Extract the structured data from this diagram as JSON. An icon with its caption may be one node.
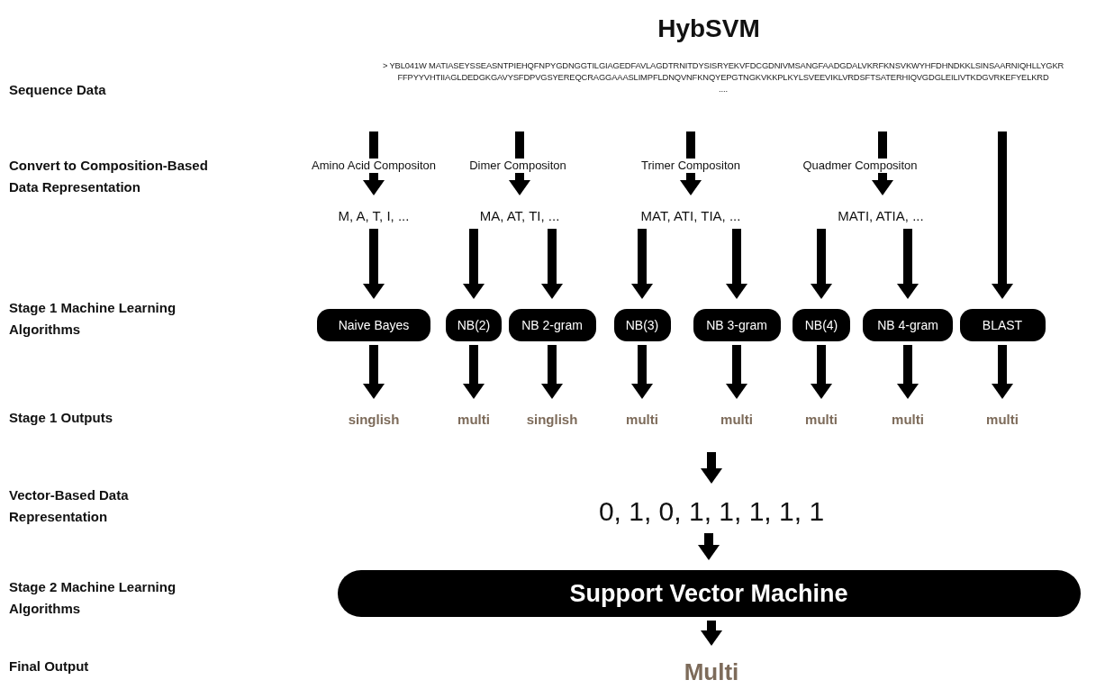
{
  "diagram": {
    "title": "HybSVM",
    "nodes": [
      {
        "text": [
          "> YBL041W MATIASEYSSEASNTPIEHQFNPYGDNGGTILGIAGEDFAVLAGDTRNITDYSISRYEKVFDCGDNIVMSANGFAADGDALVKRFKNSVKWYHFDHNDKKLSINSAARNIQHLLYGKR",
          "FFPYYVHTIIAGLDEDGKGAVYSFDPVGSYEREQCRAGGAAASLIMPFLDNQVNFKNQYEPGTNGKVKKPLKYLSVEEVIKLVRDSFTSATERHIQVGDGLEILIVTKDGVRKEFYELKRD",
          "...."
        ]
      },
      {
        "text": [
          "M, A, T, I, ..."
        ]
      },
      {
        "text": [
          "MA, AT, TI, ..."
        ]
      },
      {
        "text": [
          "MAT, ATI, TIA, ..."
        ]
      },
      {
        "text": [
          "MATI, ATIA, ..."
        ]
      },
      {
        "text": [
          "Naive Bayes"
        ]
      },
      {
        "text": [
          "NB(2)"
        ]
      },
      {
        "text": [
          "NB 2-gram"
        ]
      },
      {
        "text": [
          "NB(3)"
        ]
      },
      {
        "text": [
          "NB 3-gram"
        ]
      },
      {
        "text": [
          "NB(4)"
        ]
      },
      {
        "text": [
          "NB 4-gram"
        ]
      },
      {
        "text": [
          "BLAST"
        ]
      },
      {
        "text": [
          "singlish"
        ]
      },
      {
        "text": [
          "multi"
        ]
      },
      {
        "text": [
          "singlish"
        ]
      },
      {
        "text": [
          "multi"
        ]
      },
      {
        "text": [
          "multi"
        ]
      },
      {
        "text": [
          "multi"
        ]
      },
      {
        "text": [
          "multi"
        ]
      },
      {
        "text": [
          "multi"
        ]
      },
      {
        "text": [
          "0, 1, 0, 1, 1, 1, 1, 1"
        ]
      },
      {
        "text": [
          "Support Vector Machine"
        ]
      },
      {
        "text": [
          "Multi"
        ]
      }
    ],
    "edges": [
      {
        "from": 0,
        "to": 1,
        "arrow": "to",
        "label": "Amino Acid Compositon"
      },
      {
        "from": 0,
        "to": 2,
        "arrow": "to",
        "label": "Dimer Compositon"
      },
      {
        "from": 0,
        "to": 3,
        "arrow": "to",
        "label": "Trimer Compositon"
      },
      {
        "from": 0,
        "to": 4,
        "arrow": "to",
        "label": "Quadmer Compositon"
      },
      {
        "from": 0,
        "to": 12,
        "arrow": "to"
      },
      {
        "from": 1,
        "to": 5,
        "arrow": "to"
      },
      {
        "from": 2,
        "to": 6,
        "arrow": "to"
      },
      {
        "from": 2,
        "to": 7,
        "arrow": "to"
      },
      {
        "from": 3,
        "to": 8,
        "arrow": "to"
      },
      {
        "from": 3,
        "to": 9,
        "arrow": "to"
      },
      {
        "from": 4,
        "to": 10,
        "arrow": "to"
      },
      {
        "from": 4,
        "to": 11,
        "arrow": "to"
      },
      {
        "from": 5,
        "to": 13,
        "arrow": "to"
      },
      {
        "from": 6,
        "to": 14,
        "arrow": "to"
      },
      {
        "from": 7,
        "to": 15,
        "arrow": "to"
      },
      {
        "from": 8,
        "to": 16,
        "arrow": "to"
      },
      {
        "from": 9,
        "to": 17,
        "arrow": "to"
      },
      {
        "from": 10,
        "to": 18,
        "arrow": "to"
      },
      {
        "from": 11,
        "to": 19,
        "arrow": "to"
      },
      {
        "from": 12,
        "to": 20,
        "arrow": "to"
      },
      {
        "from": null,
        "to": 21,
        "arrow": "to"
      },
      {
        "from": 21,
        "to": 22,
        "arrow": "to"
      },
      {
        "from": 22,
        "to": 23,
        "arrow": "to"
      }
    ],
    "labels": [
      "Sequence Data",
      "Convert to Composition-Based Data Representation",
      "Stage 1 Machine Learning Algorithms",
      "Stage 1 Outputs",
      "Vector-Based Data Representation",
      "Stage 2 Machine Learning Algorithms",
      "Final Output"
    ]
  }
}
